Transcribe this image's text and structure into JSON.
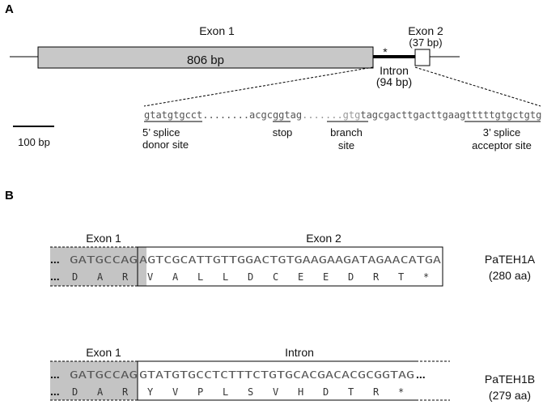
{
  "panel_a": {
    "label": "A",
    "exon1_label": "Exon 1",
    "exon1_size": "806 bp",
    "exon2_label": "Exon 2",
    "exon2_size": "(37 bp)",
    "star": "*",
    "intron_label": "Intron",
    "intron_size": "(94 bp)",
    "scale_label": "100 bp",
    "sequence": {
      "s1": "gtatgtgcct",
      "s2": "........",
      "s3": "acgcgg",
      "s4": "tag",
      "s5": ".......",
      "s6": "gtg",
      "s7": "tagcgac",
      "s8": "ttgacttgaag",
      "s9": "tttttgtgctgtg"
    },
    "site_labels": {
      "donor_1": "5’ splice",
      "donor_2": "donor site",
      "stop": "stop",
      "branch_1": "branch",
      "branch_2": "site",
      "acceptor_1": "3’ splice",
      "acceptor_2": "acceptor site"
    }
  },
  "panel_b": {
    "label": "B",
    "rows": [
      {
        "left_header": "Exon 1",
        "right_header": "Exon 2",
        "dots_nt": "...",
        "exon1_nt": "GATGCCAG",
        "rest_nt": "AGTCGCATTGTTGGACTGTGAAGAAGATAGAACATGA",
        "dots_aa": "...",
        "aa": [
          "D",
          "A",
          "R",
          "V",
          "A",
          "L",
          "L",
          "D",
          "C",
          "E",
          "E",
          "D",
          "R",
          "T",
          "*"
        ],
        "name": "PaTEH1A",
        "length": "(280 aa)"
      },
      {
        "left_header": "Exon 1",
        "right_header": "Intron",
        "dots_nt": "...",
        "exon1_nt": "GATGCCAG",
        "rest_nt": "GTATGTGCCTCTTTCTGTGCACGACACGCGGTAG",
        "rest_dots": "...",
        "dots_aa": "...",
        "aa": [
          "D",
          "A",
          "R",
          "Y",
          "V",
          "P",
          "L",
          "S",
          "V",
          "H",
          "D",
          "T",
          "R",
          "*"
        ],
        "name": "PaTEH1B",
        "length": "(279 aa)"
      }
    ]
  },
  "colors": {
    "exon_fill": "#c8c8c8",
    "shade": "#c4c4c4",
    "line": "#000000",
    "seq_text": "#555555"
  }
}
